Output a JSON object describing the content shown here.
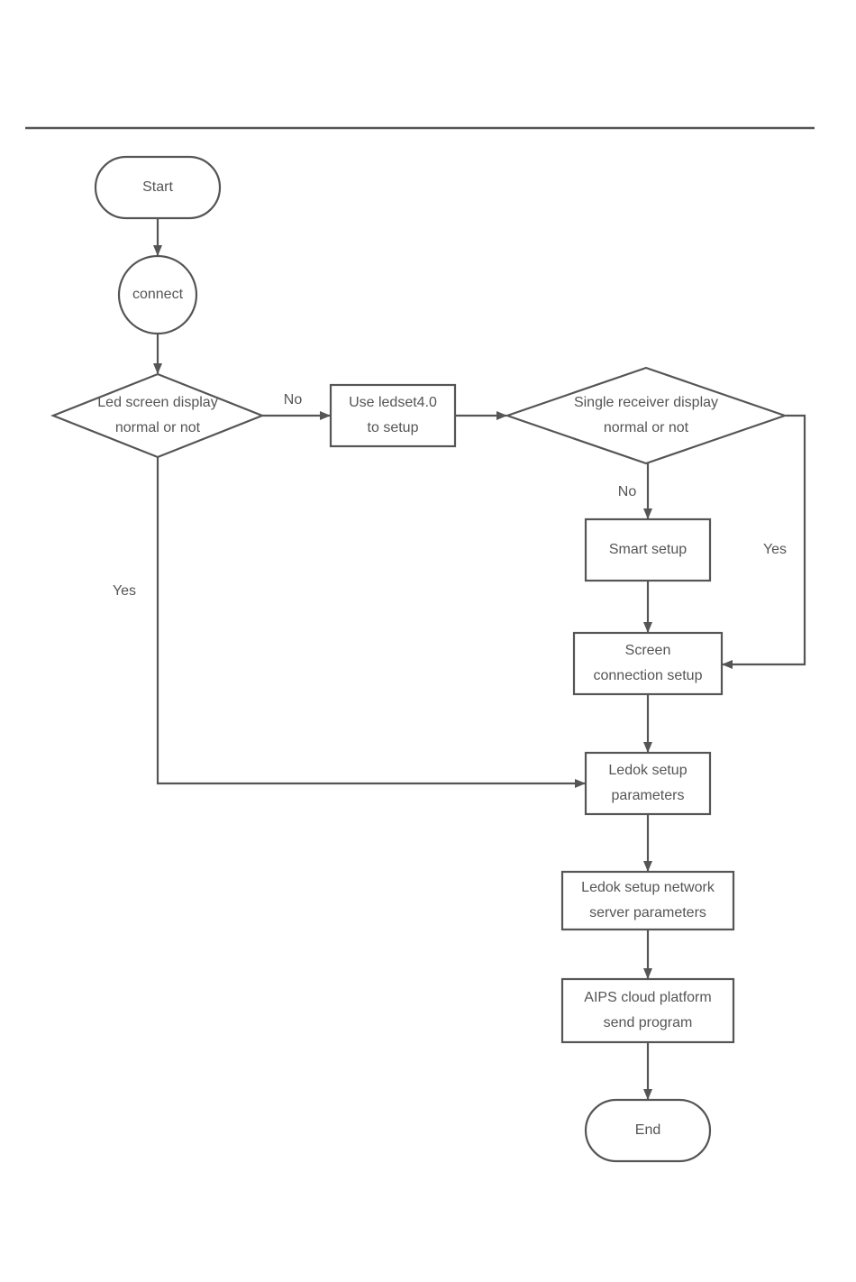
{
  "colors": {
    "stroke": "#555555",
    "text": "#555555",
    "background": "#ffffff"
  },
  "nodes": {
    "start": {
      "shape": "terminator",
      "lines": [
        "Start"
      ]
    },
    "connect": {
      "shape": "circle",
      "lines": [
        "connect"
      ]
    },
    "led_check": {
      "shape": "decision",
      "lines": [
        "Led screen display",
        "normal or not"
      ]
    },
    "ledset": {
      "shape": "process",
      "lines": [
        "Use ledset4.0",
        "to setup"
      ]
    },
    "receiver_check": {
      "shape": "decision",
      "lines": [
        "Single receiver display",
        "normal or not"
      ]
    },
    "smart_setup": {
      "shape": "process",
      "lines": [
        "Smart setup"
      ]
    },
    "screen_conn": {
      "shape": "process",
      "lines": [
        "Screen",
        "connection setup"
      ]
    },
    "ledok_params": {
      "shape": "process",
      "lines": [
        "Ledok setup",
        "parameters"
      ]
    },
    "ledok_network": {
      "shape": "process",
      "lines": [
        "Ledok setup network",
        "server parameters"
      ]
    },
    "aips": {
      "shape": "process",
      "lines": [
        "AIPS cloud platform",
        "send program"
      ]
    },
    "end": {
      "shape": "terminator",
      "lines": [
        "End"
      ]
    }
  },
  "edges": [
    {
      "from": "start",
      "to": "connect",
      "label": ""
    },
    {
      "from": "connect",
      "to": "led_check",
      "label": ""
    },
    {
      "from": "led_check",
      "to": "ledset",
      "label": "No"
    },
    {
      "from": "led_check",
      "to": "ledok_params",
      "label": "Yes"
    },
    {
      "from": "ledset",
      "to": "receiver_check",
      "label": ""
    },
    {
      "from": "receiver_check",
      "to": "smart_setup",
      "label": "No"
    },
    {
      "from": "receiver_check",
      "to": "screen_conn",
      "label": "Yes"
    },
    {
      "from": "smart_setup",
      "to": "screen_conn",
      "label": ""
    },
    {
      "from": "screen_conn",
      "to": "ledok_params",
      "label": ""
    },
    {
      "from": "ledok_params",
      "to": "ledok_network",
      "label": ""
    },
    {
      "from": "ledok_network",
      "to": "aips",
      "label": ""
    },
    {
      "from": "aips",
      "to": "end",
      "label": ""
    }
  ]
}
